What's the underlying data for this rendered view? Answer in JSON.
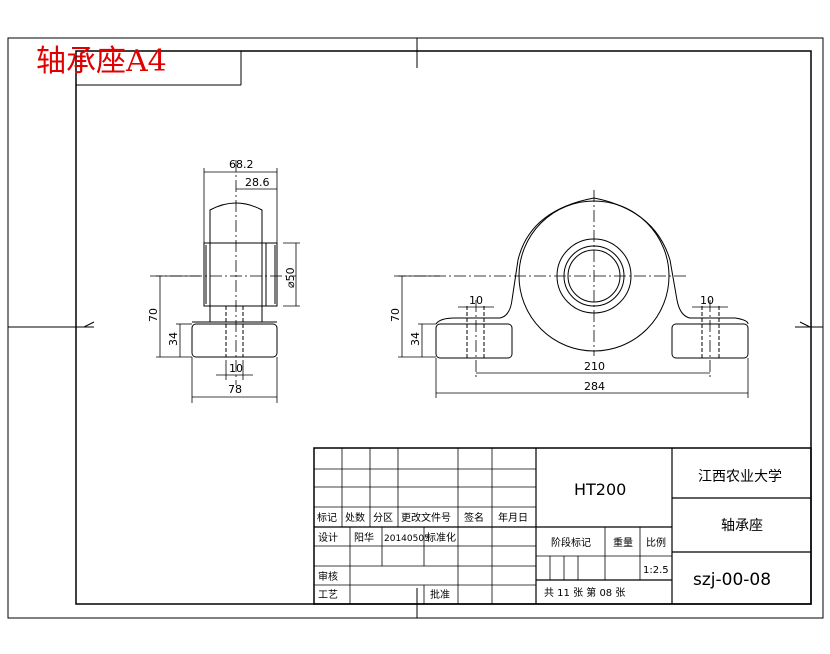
{
  "sheet_title": "轴承座A4",
  "left_view": {
    "dims": {
      "width_top": "68.2",
      "width_inner": "28.6",
      "diameter": "⌀50",
      "height": "70",
      "base_height": "34",
      "slot": "10",
      "base_width": "78"
    }
  },
  "front_view": {
    "dims": {
      "slot_left": "10",
      "slot_right": "10",
      "bolt_spacing": "210",
      "overall_length": "284",
      "height": "70",
      "base_height": "34"
    }
  },
  "title_block": {
    "rev_headers": [
      "标记",
      "处数",
      "分区",
      "更改文件号",
      "签名",
      "年月日"
    ],
    "design_label": "设计",
    "designer": "阳华",
    "date": "20140505",
    "standardization": "标准化",
    "review_label": "审核",
    "process_label": "工艺",
    "approve_label": "批准",
    "material": "HT200",
    "stage_mark": "阶段标记",
    "weight": "重量",
    "scale_label": "比例",
    "scale": "1:2.5",
    "sheets": "共 11 张 第 08 张",
    "organization": "江西农业大学",
    "part_name": "轴承座",
    "drawing_no": "szj-00-08"
  }
}
